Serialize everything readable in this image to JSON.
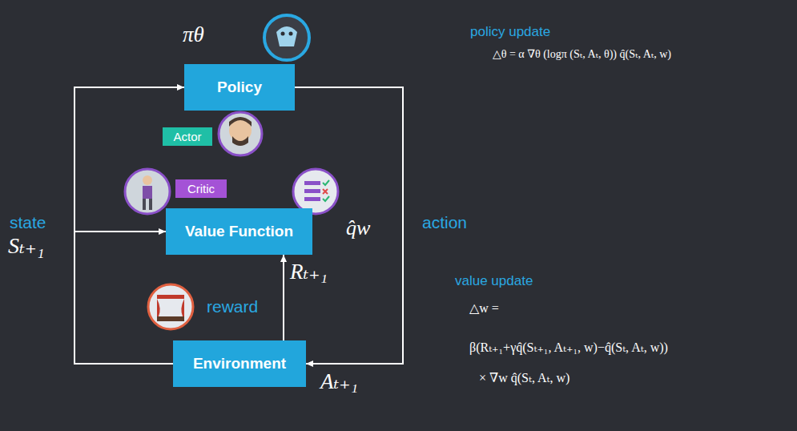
{
  "diagram": {
    "nodes": [
      {
        "text": [
          "Policy"
        ]
      },
      {
        "text": [
          "Actor"
        ]
      },
      {
        "text": [
          "Critic"
        ]
      },
      {
        "text": [
          "Value Function"
        ]
      },
      {
        "text": [
          "Environment"
        ]
      }
    ],
    "edges": [
      {
        "from": 0,
        "to": 4,
        "arrow": "to",
        "label": "action"
      },
      {
        "from": 4,
        "to": 0,
        "arrow": "to"
      },
      {
        "from": 4,
        "to": 3,
        "arrow": "to"
      },
      {
        "from": 4,
        "to": 3,
        "arrow": "to",
        "label": "Rₜ₊₁"
      }
    ],
    "labels": [
      "πθ",
      "state",
      "Sₜ₊₁",
      "q̂w",
      "reward",
      "Aₜ₊₁",
      "policy update",
      "△θ = α ∇θ (logπ (Sₜ, Aₜ, θ)) q̂(Sₜ, Aₜ, w)",
      "value update",
      "△w =",
      "β(Rₜ₊₁+γq̂(Sₜ₊₁, Aₜ₊₁, w)−q̂(Sₜ, Aₜ, w))",
      "× ∇w q̂(Sₜ, Aₜ, w)"
    ]
  }
}
